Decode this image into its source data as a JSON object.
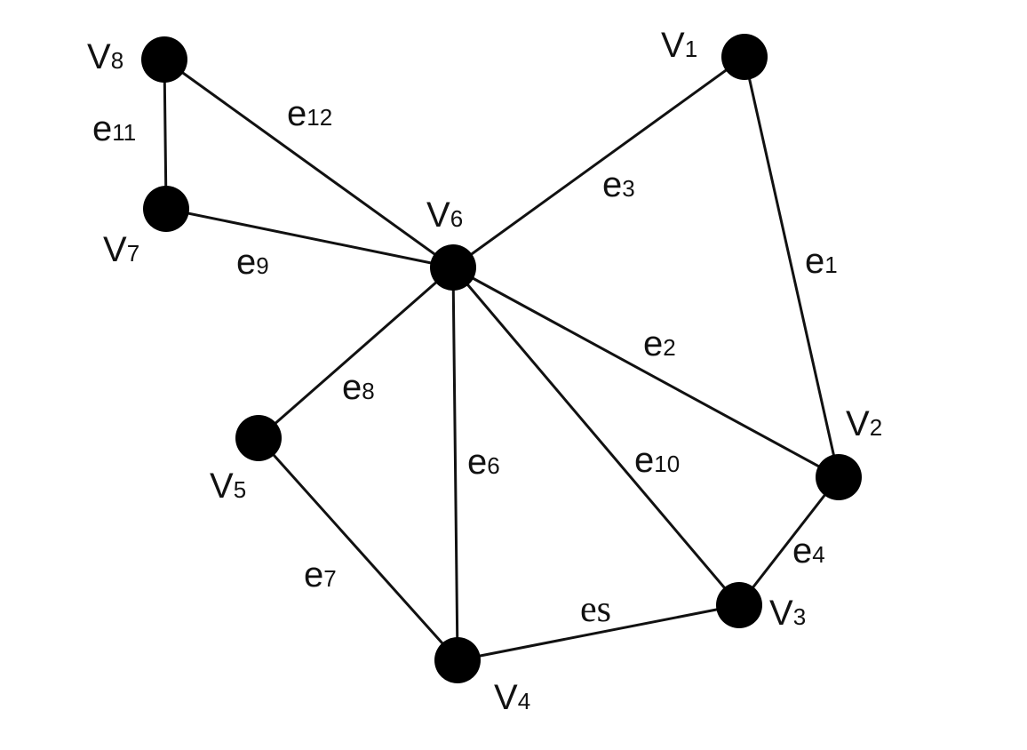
{
  "colors": {
    "background": "#ffffff",
    "ink": "#111111",
    "node": "#000000"
  },
  "vertices": [
    {
      "id": "v1",
      "main": "V",
      "sub": "1"
    },
    {
      "id": "v2",
      "main": "V",
      "sub": "2"
    },
    {
      "id": "v3",
      "main": "V",
      "sub": "3"
    },
    {
      "id": "v4",
      "main": "V",
      "sub": "4"
    },
    {
      "id": "v5",
      "main": "V",
      "sub": "5"
    },
    {
      "id": "v6",
      "main": "V",
      "sub": "6"
    },
    {
      "id": "v7",
      "main": "V",
      "sub": "7"
    },
    {
      "id": "v8",
      "main": "V",
      "sub": "8"
    }
  ],
  "edges": [
    {
      "id": "e1",
      "from": "v1",
      "to": "v2",
      "main": "e",
      "sub": "1"
    },
    {
      "id": "e2",
      "from": "v6",
      "to": "v2",
      "main": "e",
      "sub": "2"
    },
    {
      "id": "e3",
      "from": "v6",
      "to": "v1",
      "main": "e",
      "sub": "3"
    },
    {
      "id": "e4",
      "from": "v2",
      "to": "v3",
      "main": "e",
      "sub": "4"
    },
    {
      "id": "e5",
      "from": "v4",
      "to": "v3",
      "text": "es"
    },
    {
      "id": "e6",
      "from": "v6",
      "to": "v4",
      "main": "e",
      "sub": "6"
    },
    {
      "id": "e7",
      "from": "v5",
      "to": "v4",
      "main": "e",
      "sub": "7"
    },
    {
      "id": "e8",
      "from": "v6",
      "to": "v5",
      "main": "e",
      "sub": "8"
    },
    {
      "id": "e9",
      "from": "v7",
      "to": "v6",
      "main": "e",
      "sub": "9"
    },
    {
      "id": "e10",
      "from": "v6",
      "to": "v3",
      "main": "e",
      "sub": "10"
    },
    {
      "id": "e11",
      "from": "v8",
      "to": "v7",
      "main": "e",
      "sub": "11"
    },
    {
      "id": "e12",
      "from": "v8",
      "to": "v6",
      "main": "e",
      "sub": "12"
    }
  ]
}
